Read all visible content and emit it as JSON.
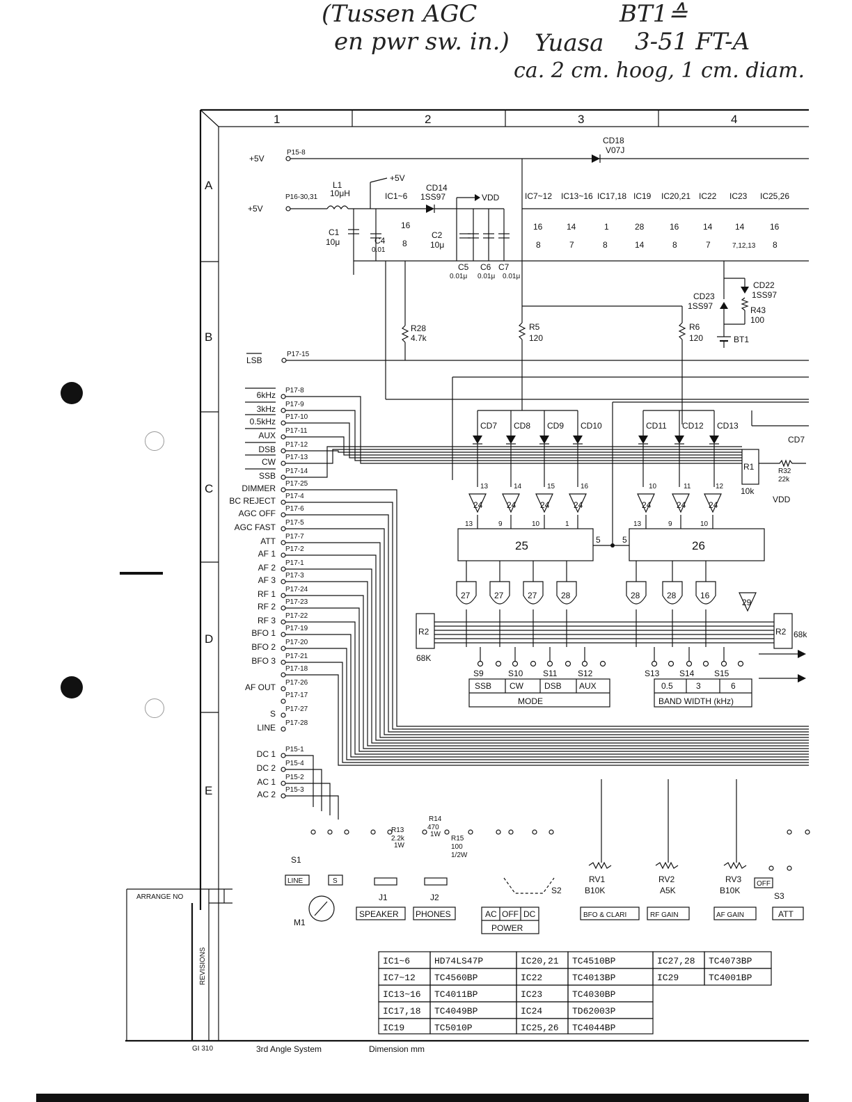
{
  "handwriting": {
    "line1": "(Tussen AGC",
    "line1b": "BT1≙",
    "line2": "en pwr sw. in.)",
    "line2b": "Yuasa",
    "line2c": "3-51 FT-A",
    "line3": "ca. 2 cm. hoog, 1 cm. diam."
  },
  "grid": {
    "columns": [
      "1",
      "2",
      "3",
      "4"
    ],
    "rows": [
      "A",
      "B",
      "C",
      "D",
      "E"
    ]
  },
  "supply": {
    "p5v_top": "+5V",
    "p15_8": "P15-8",
    "p5v_main": "+5V",
    "p16": "P16-30,31",
    "l1": "L1",
    "l1_val": "10μH",
    "p5v_arrow": "+5V",
    "vdd": "VDD",
    "cd14": "CD14",
    "cd14_val": "1SS97",
    "cd18": "CD18",
    "cd18_val": "V07J",
    "c1": "C1",
    "c1_val": "10μ",
    "c4": "C4",
    "c4_val": "0.01",
    "c2": "C2",
    "c2_val": "10μ",
    "c5": "C5",
    "c6": "C6",
    "c7": "C7",
    "c5_val": "0.01μ",
    "c6_val": "0.01μ",
    "c7_val": "0.01μ"
  },
  "ic_power": [
    {
      "name": "IC1~6",
      "vcc": "16",
      "gnd": "8"
    },
    {
      "name": "IC7~12",
      "vcc": "16",
      "gnd": "8"
    },
    {
      "name": "IC13~16",
      "vcc": "14",
      "gnd": "7"
    },
    {
      "name": "IC17,18",
      "vcc": "1",
      "gnd": "8"
    },
    {
      "name": "IC19",
      "vcc": "28",
      "gnd": "14"
    },
    {
      "name": "IC20,21",
      "vcc": "16",
      "gnd": "8"
    },
    {
      "name": "IC22",
      "vcc": "14",
      "gnd": "7"
    },
    {
      "name": "IC23",
      "vcc": "14",
      "gnd": "7,12,13"
    },
    {
      "name": "IC25,26",
      "vcc": "16",
      "gnd": "8"
    }
  ],
  "resistors": {
    "r28": "R28",
    "r28_val": "4.7k",
    "r5": "R5",
    "r5_val": "120",
    "r6": "R6",
    "r6_val": "120",
    "r43": "R43",
    "r43_val": "100",
    "cd22": "CD22",
    "cd22_val": "1SS97",
    "cd23": "CD23",
    "cd23_val": "1SS97",
    "bt1": "BT1",
    "r1": "R1",
    "r1_val": "10k",
    "r32": "R32",
    "r32_val": "22k",
    "r2": "R2",
    "r2_val": "68K",
    "r2b": "R2",
    "r2b_val": "68k",
    "vdd2": "VDD",
    "cd7_edge": "CD7"
  },
  "connectors": [
    {
      "label": "LSB",
      "pin": "P17-15"
    },
    {
      "label": "6kHz",
      "pin": "P17-8"
    },
    {
      "label": "3kHz",
      "pin": "P17-9"
    },
    {
      "label": "0.5kHz",
      "pin": "P17-10"
    },
    {
      "label": "AUX",
      "pin": "P17-11"
    },
    {
      "label": "DSB",
      "pin": "P17-12"
    },
    {
      "label": "CW",
      "pin": "P17-13"
    },
    {
      "label": "SSB",
      "pin": "P17-14"
    },
    {
      "label": "DIMMER",
      "pin": "P17-25"
    },
    {
      "label": "BC REJECT",
      "pin": "P17-4"
    },
    {
      "label": "AGC OFF",
      "pin": "P17-6"
    },
    {
      "label": "AGC FAST",
      "pin": "P17-5"
    },
    {
      "label": "ATT",
      "pin": "P17-7"
    },
    {
      "label": "AF 1",
      "pin": "P17-2"
    },
    {
      "label": "AF 2",
      "pin": "P17-1"
    },
    {
      "label": "AF 3",
      "pin": "P17-3"
    },
    {
      "label": "RF 1",
      "pin": "P17-24"
    },
    {
      "label": "RF 2",
      "pin": "P17-23"
    },
    {
      "label": "RF 3",
      "pin": "P17-22"
    },
    {
      "label": "BFO 1",
      "pin": "P17-19"
    },
    {
      "label": "BFO 2",
      "pin": "P17-20"
    },
    {
      "label": "BFO 3",
      "pin": "P17-21"
    },
    {
      "label": "",
      "pin": "P17-18"
    },
    {
      "label": "AF OUT",
      "pin": "P17-26"
    },
    {
      "label": "",
      "pin": "P17-17"
    },
    {
      "label": "S",
      "pin": "P17-27"
    },
    {
      "label": "LINE",
      "pin": "P17-28"
    },
    {
      "label": "DC 1",
      "pin": "P15-1"
    },
    {
      "label": "DC 2",
      "pin": "P15-4"
    },
    {
      "label": "AC 1",
      "pin": "P15-2"
    },
    {
      "label": "AC 2",
      "pin": "P15-3"
    }
  ],
  "diodes_mode": [
    "CD7",
    "CD8",
    "CD9",
    "CD10"
  ],
  "diodes_bw": [
    "CD11",
    "CD12",
    "CD13"
  ],
  "inverters": [
    {
      "ic": "24",
      "in": "13",
      "out": "13"
    },
    {
      "ic": "24",
      "in": "14",
      "out": "9"
    },
    {
      "ic": "24",
      "in": "15",
      "out": "10"
    },
    {
      "ic": "24",
      "in": "16",
      "out": "1"
    },
    {
      "ic": "24",
      "in": "10",
      "out": "13"
    },
    {
      "ic": "24",
      "in": "11",
      "out": "9"
    },
    {
      "ic": "24",
      "in": "12",
      "out": "10"
    }
  ],
  "ic25": "25",
  "ic26": "26",
  "gates_left": [
    "27",
    "27",
    "27",
    "28"
  ],
  "gates_right": [
    "28",
    "28",
    "16"
  ],
  "inv29": "29",
  "mode_switches": [
    "S9",
    "S10",
    "S11",
    "S12"
  ],
  "mode_labels": [
    "SSB",
    "CW",
    "DSB",
    "AUX"
  ],
  "mode_title": "MODE",
  "bw_switches": [
    "S13",
    "S14",
    "S15"
  ],
  "bw_labels": [
    "0.5",
    "3",
    "6"
  ],
  "bw_title": "BAND WIDTH (kHz)",
  "bottom": {
    "s1": "S1",
    "line": "LINE",
    "s": "S",
    "m1": "M1",
    "r13": "R13",
    "r13_val": "2.2k",
    "r13_w": "1W",
    "r14": "R14",
    "r14_val": "470",
    "r14_w": "1W",
    "r15": "R15",
    "r15_val": "100",
    "r15_w": "1/2W",
    "j1": "J1",
    "j2": "J2",
    "speaker": "SPEAKER",
    "phones": "PHONES",
    "ac": "AC",
    "off": "OFF",
    "dc": "DC",
    "power": "POWER",
    "s2": "S2",
    "rv1": "RV1",
    "rv1_val": "B10K",
    "bfo": "BFO & CLARI",
    "rv2": "RV2",
    "rv2_val": "A5K",
    "rfgain": "RF GAIN",
    "rv3": "RV3",
    "rv3_val": "B10K",
    "afgain": "AF GAIN",
    "off3": "OFF",
    "s3": "S3",
    "att": "ATT"
  },
  "ic_table": [
    [
      "IC1~6",
      "HD74LS47P",
      "IC20,21",
      "TC4510BP",
      "IC27,28",
      "TC4073BP"
    ],
    [
      "IC7~12",
      "TC4560BP",
      "IC22",
      "TC4013BP",
      "IC29",
      "TC4001BP"
    ],
    [
      "IC13~16",
      "TC4011BP",
      "IC23",
      "TC4030BP",
      "",
      ""
    ],
    [
      "IC17,18",
      "TC4049BP",
      "IC24",
      "TD62003P",
      "",
      ""
    ],
    [
      "IC19",
      "TC5010P",
      "IC25,26",
      "TC4044BP",
      "",
      ""
    ]
  ],
  "titleblock": {
    "arrange": "ARRANGE NO",
    "revisions": "REVISIONS",
    "code": "GI 310",
    "system": "3rd Angle System",
    "dimension": "Dimension mm"
  }
}
